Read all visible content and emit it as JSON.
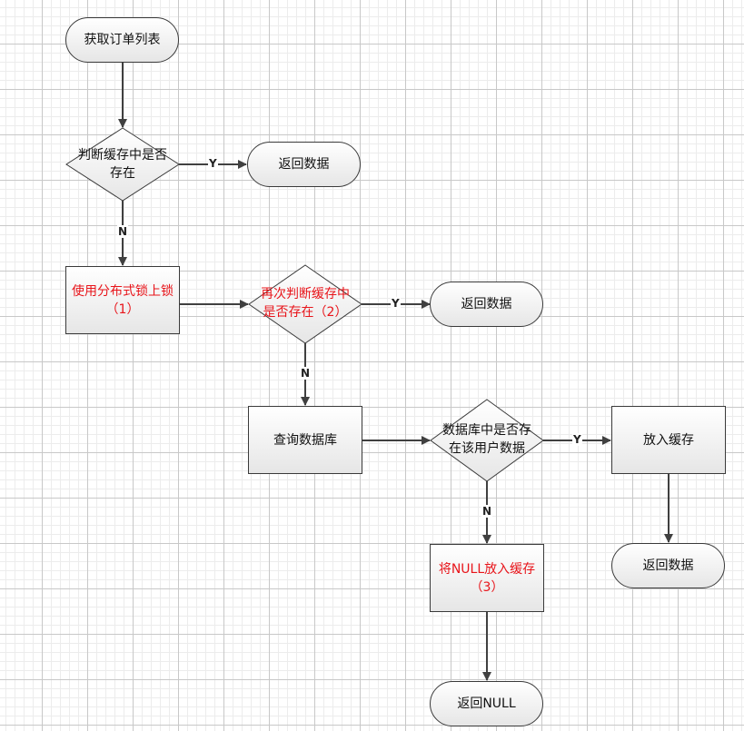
{
  "nodes": {
    "start": "获取订单列表",
    "check_cache": "判断缓存中是否存在",
    "return_data_1": "返回数据",
    "lock": "使用分布式锁上锁（1）",
    "recheck_cache": "再次判断缓存中是否存在（2）",
    "return_data_2": "返回数据",
    "query_db": "查询数据库",
    "db_exists": "数据库中是否存在该用户数据",
    "put_cache": "放入缓存",
    "return_data_3": "返回数据",
    "put_null": "将NULL放入缓存（3）",
    "return_null": "返回NULL"
  },
  "edge_labels": {
    "yes": "Y",
    "no": "N"
  },
  "colors": {
    "highlight_text": "#e8141a",
    "stroke": "#3a3a3a",
    "arrow": "#404040"
  }
}
